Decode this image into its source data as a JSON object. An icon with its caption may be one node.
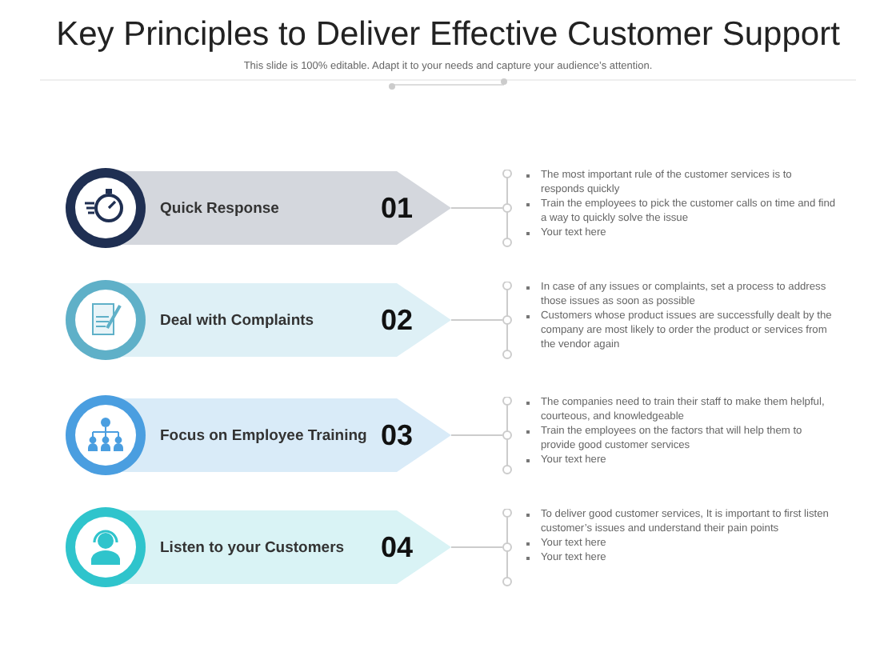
{
  "diagram": {
    "title": "Key Principles to Deliver Effective Customer Support",
    "nodes": [
      {
        "text": [
          "Quick Response",
          "01"
        ]
      },
      {
        "text": [
          "The most important rule of the customer services is to responds quickly",
          "Train the employees to pick the customer calls on time and find a way to quickly solve the issue",
          "Your text here"
        ]
      },
      {
        "text": [
          "Deal with Complaints",
          "02"
        ]
      },
      {
        "text": [
          "In case of any issues or complaints, set a process to address those issues as soon as possible",
          "Customers whose product issues are successfully dealt by the company are most likely to order the product or services from the vendor again"
        ]
      },
      {
        "text": [
          "Focus on Employee Training",
          "03"
        ]
      },
      {
        "text": [
          "The companies need to train their staff to make them helpful, courteous, and knowledgeable",
          "Train the employees on the factors that will help them to provide good customer services",
          "Your text here"
        ]
      },
      {
        "text": [
          "Listen to your Customers",
          "04"
        ]
      },
      {
        "text": [
          "To deliver good customer services, It is important to first listen customer’s issues and understand their pain points",
          "Your text here",
          "Your text here"
        ]
      }
    ],
    "edges": [
      {
        "from": 0,
        "to": 1,
        "arrow": "none"
      },
      {
        "from": 2,
        "to": 3,
        "arrow": "none"
      },
      {
        "from": 4,
        "to": 5,
        "arrow": "none"
      },
      {
        "from": 6,
        "to": 7,
        "arrow": "none"
      }
    ],
    "labels": [
      "This slide is 100% editable. Adapt it to your needs and capture your audience’s attention."
    ]
  }
}
